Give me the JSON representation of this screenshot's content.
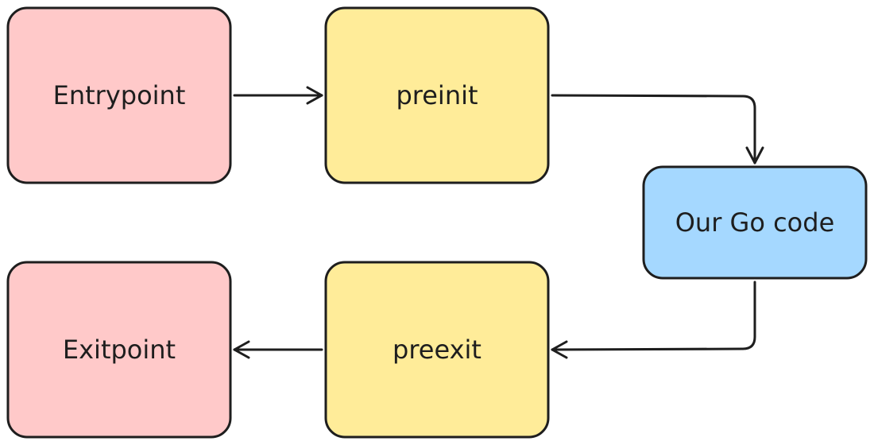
{
  "colors": {
    "terminal_fill": "#ffc9c9",
    "hook_fill": "#ffec99",
    "code_fill": "#a5d8ff",
    "stroke": "#1e1e1e"
  },
  "nodes": {
    "entrypoint": "Entrypoint",
    "preinit": "preinit",
    "go_code": "Our Go code",
    "preexit": "preexit",
    "exitpoint": "Exitpoint"
  },
  "edges": [
    {
      "from": "entrypoint",
      "to": "preinit"
    },
    {
      "from": "preinit",
      "to": "go_code"
    },
    {
      "from": "go_code",
      "to": "preexit"
    },
    {
      "from": "preexit",
      "to": "exitpoint"
    }
  ]
}
